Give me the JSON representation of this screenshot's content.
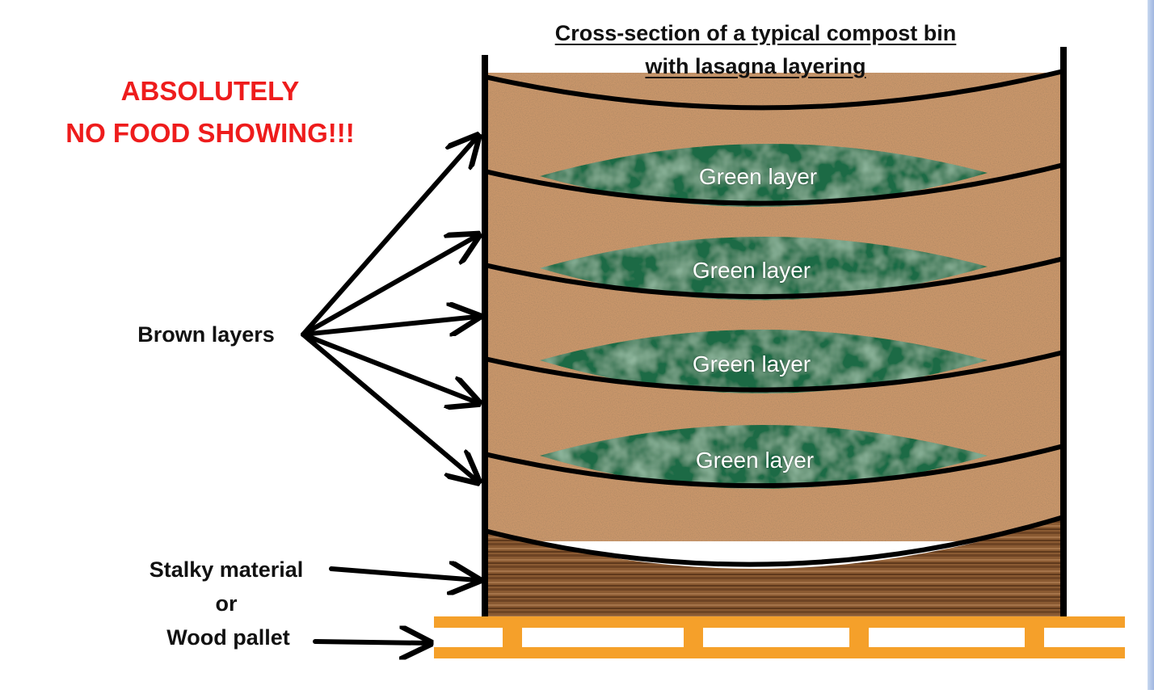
{
  "title": {
    "line1": "Cross-section of a typical compost bin",
    "line2": "with lasagna layering"
  },
  "warning": {
    "line1": "ABSOLUTELY",
    "line2": "NO FOOD SHOWING!!!"
  },
  "labels": {
    "brown_layers": "Brown layers",
    "stalky_material": "Stalky material",
    "or": "or",
    "wood_pallet": "Wood pallet"
  },
  "green_layers": [
    "Green layer",
    "Green layer",
    "Green layer",
    "Green layer"
  ],
  "colors": {
    "brown_layer": "#c9966a",
    "green_layer": "#1f6b45",
    "stalky_base": "#8a5a32",
    "pallet": "#f5a02a",
    "warning": "#ee1c1c",
    "outline": "#000000"
  }
}
